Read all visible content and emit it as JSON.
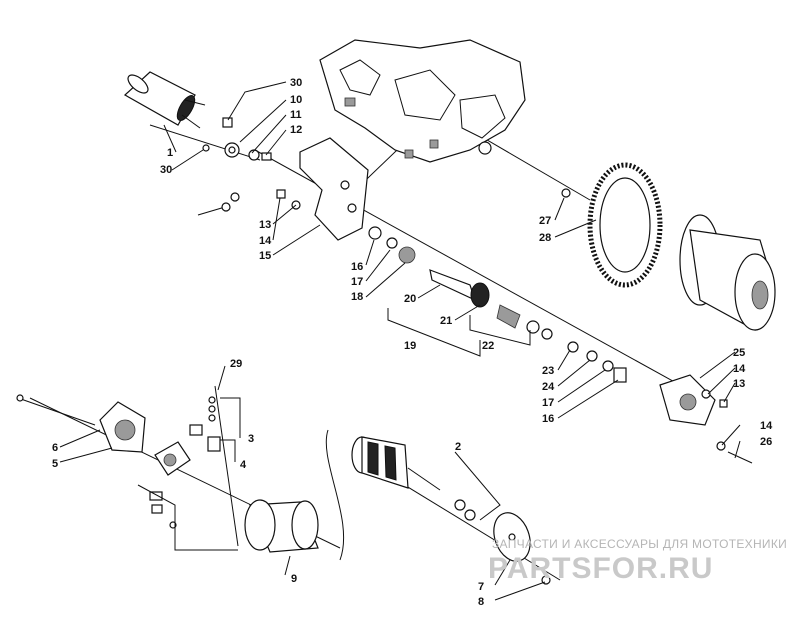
{
  "callouts": {
    "c1": "1",
    "c30a": "30",
    "c10": "10",
    "c11": "11",
    "c12": "12",
    "c30b": "30",
    "c13a": "13",
    "c14a": "14",
    "c15": "15",
    "c16a": "16",
    "c17a": "17",
    "c18": "18",
    "c20": "20",
    "c21": "21",
    "c19": "19",
    "c22": "22",
    "c27": "27",
    "c28": "28",
    "c23": "23",
    "c24": "24",
    "c17b": "17",
    "c16b": "16",
    "c25": "25",
    "c14b": "14",
    "c13b": "13",
    "c29": "29",
    "c3": "3",
    "c4": "4",
    "c6": "6",
    "c5": "5",
    "c2": "2",
    "c9": "9",
    "c14c": "14",
    "c26": "26",
    "c7": "7",
    "c8": "8"
  },
  "watermark": {
    "tagline": "ЗАПЧАСТИ И АКСЕССУАРЫ ДЛЯ МОТОТЕХНИКИ",
    "brand": "PARTSFOR.RU"
  }
}
